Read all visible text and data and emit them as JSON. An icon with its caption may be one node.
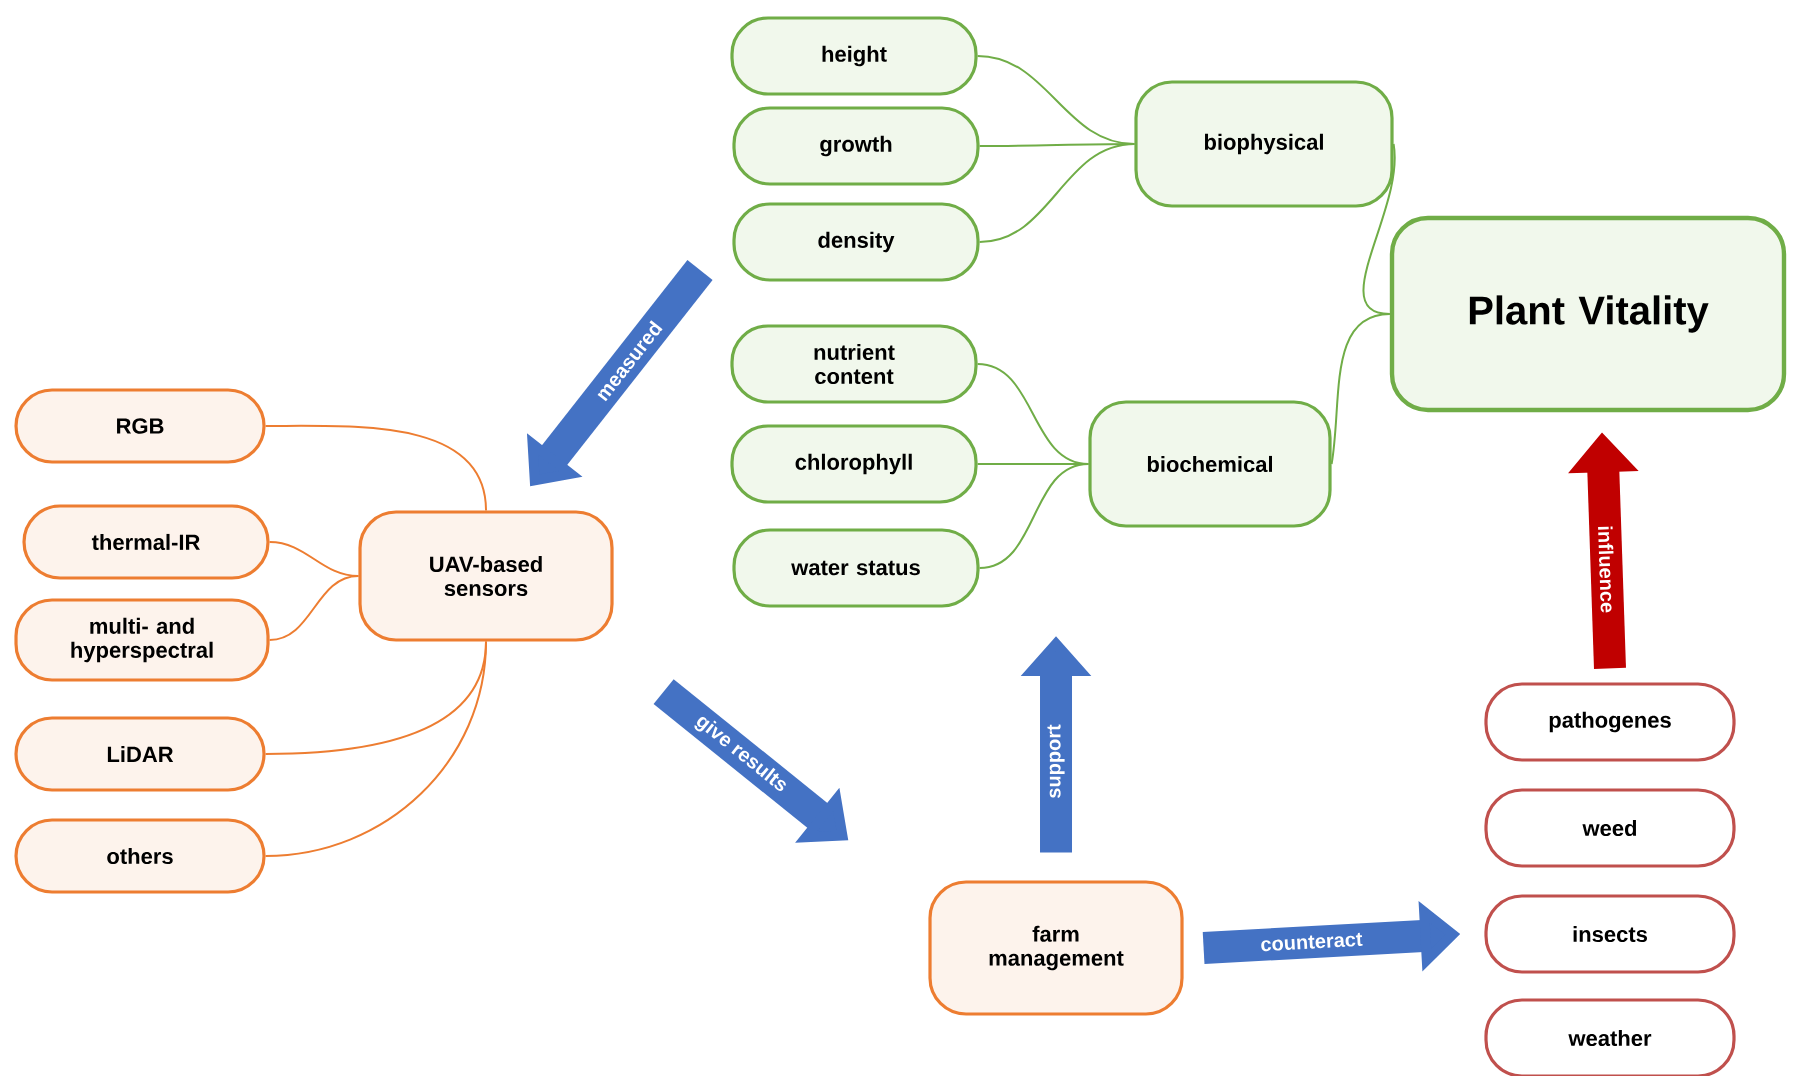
{
  "diagram": {
    "nodes": [
      {
        "text": [
          "Plant Vitality"
        ]
      },
      {
        "text": [
          "biophysical"
        ]
      },
      {
        "text": [
          "height"
        ]
      },
      {
        "text": [
          "growth"
        ]
      },
      {
        "text": [
          "density"
        ]
      },
      {
        "text": [
          "biochemical"
        ]
      },
      {
        "text": [
          "nutrient content"
        ]
      },
      {
        "text": [
          "chlorophyll"
        ]
      },
      {
        "text": [
          "water status"
        ]
      },
      {
        "text": [
          "UAV-based sensors"
        ]
      },
      {
        "text": [
          "RGB"
        ]
      },
      {
        "text": [
          "thermal-IR"
        ]
      },
      {
        "text": [
          "multi- and hyperspectral"
        ]
      },
      {
        "text": [
          "LiDAR"
        ]
      },
      {
        "text": [
          "others"
        ]
      },
      {
        "text": [
          "farm management"
        ]
      },
      {
        "text": [
          "pathogenes"
        ]
      },
      {
        "text": [
          "weed"
        ]
      },
      {
        "text": [
          "insects"
        ]
      },
      {
        "text": [
          "weather"
        ]
      }
    ],
    "edges": [
      {
        "from": 2,
        "to": 1,
        "arrow": "none"
      },
      {
        "from": 3,
        "to": 1,
        "arrow": "none"
      },
      {
        "from": 4,
        "to": 1,
        "arrow": "none"
      },
      {
        "from": 6,
        "to": 5,
        "arrow": "none"
      },
      {
        "from": 7,
        "to": 5,
        "arrow": "none"
      },
      {
        "from": 8,
        "to": 5,
        "arrow": "none"
      },
      {
        "from": 1,
        "to": 0,
        "arrow": "none"
      },
      {
        "from": 5,
        "to": 0,
        "arrow": "none"
      },
      {
        "from": 10,
        "to": 9,
        "arrow": "none",
        "color": "#ed7d31"
      },
      {
        "from": 11,
        "to": 9,
        "arrow": "none",
        "color": "#ed7d31"
      },
      {
        "from": 12,
        "to": 9,
        "arrow": "none",
        "color": "#ed7d31"
      },
      {
        "from": 13,
        "to": 9,
        "arrow": "none",
        "color": "#ed7d31"
      },
      {
        "from": 14,
        "to": 9,
        "arrow": "none",
        "color": "#ed7d31"
      },
      {
        "from": null,
        "to": 9,
        "arrow": "to",
        "label": "measured",
        "style": "thick",
        "color": "#4472c4"
      },
      {
        "from": 9,
        "to": 15,
        "arrow": "to",
        "label": "give results",
        "style": "thick",
        "color": "#4472c4"
      },
      {
        "from": 15,
        "to": null,
        "arrow": "to",
        "label": "support",
        "style": "thick",
        "color": "#4472c4"
      },
      {
        "from": 15,
        "to": 18,
        "arrow": "to",
        "label": "counteract",
        "style": "thick",
        "color": "#4472c4"
      },
      {
        "from": 16,
        "to": 0,
        "arrow": "to",
        "label": "influence",
        "style": "thick",
        "color": "#c00000"
      }
    ]
  }
}
